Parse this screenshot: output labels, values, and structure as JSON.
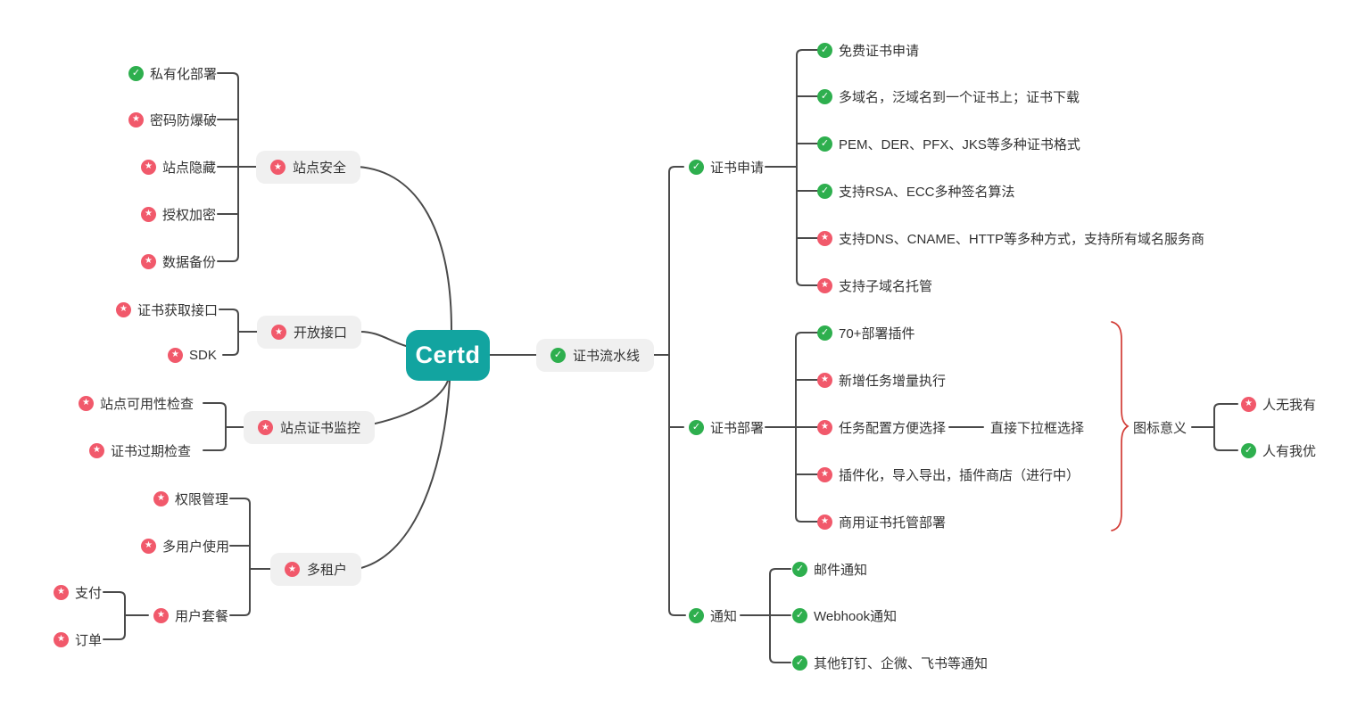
{
  "colors": {
    "teal": "#12a4a0",
    "green": "#2eaf4e",
    "red": "#f1596b",
    "line": "#4a4a4a",
    "box": "#f0f0f0",
    "ink": "#333333",
    "brace": "#d23b35"
  },
  "root": {
    "label": "Certd"
  },
  "pipeline": {
    "label": "证书流水线",
    "icon": "check-icon"
  },
  "left_branches": [
    {
      "label": "站点安全",
      "icon": "star-icon",
      "children": [
        {
          "label": "私有化部署",
          "icon": "check-icon"
        },
        {
          "label": "密码防爆破",
          "icon": "star-icon"
        },
        {
          "label": "站点隐藏",
          "icon": "star-icon"
        },
        {
          "label": "授权加密",
          "icon": "star-icon"
        },
        {
          "label": "数据备份",
          "icon": "star-icon"
        }
      ]
    },
    {
      "label": "开放接口",
      "icon": "star-icon",
      "children": [
        {
          "label": "证书获取接口",
          "icon": "star-icon"
        },
        {
          "label": "SDK",
          "icon": "star-icon"
        }
      ]
    },
    {
      "label": "站点证书监控",
      "icon": "star-icon",
      "children": [
        {
          "label": "站点可用性检查",
          "icon": "star-icon"
        },
        {
          "label": "证书过期检查",
          "icon": "star-icon"
        }
      ]
    },
    {
      "label": "多租户",
      "icon": "star-icon",
      "children": [
        {
          "label": "权限管理",
          "icon": "star-icon"
        },
        {
          "label": "多用户使用",
          "icon": "star-icon"
        },
        {
          "label": "用户套餐",
          "icon": "star-icon",
          "children": [
            {
              "label": "支付",
              "icon": "star-icon"
            },
            {
              "label": "订单",
              "icon": "star-icon"
            }
          ]
        }
      ]
    }
  ],
  "right_branches": [
    {
      "label": "证书申请",
      "icon": "check-icon",
      "children": [
        {
          "label": "免费证书申请",
          "icon": "check-icon"
        },
        {
          "label": "多域名，泛域名到一个证书上；证书下载",
          "icon": "check-icon"
        },
        {
          "label": "PEM、DER、PFX、JKS等多种证书格式",
          "icon": "check-icon"
        },
        {
          "label": "支持RSA、ECC多种签名算法",
          "icon": "check-icon"
        },
        {
          "label": "支持DNS、CNAME、HTTP等多种方式，支持所有域名服务商",
          "icon": "star-icon"
        },
        {
          "label": "支持子域名托管",
          "icon": "star-icon"
        }
      ]
    },
    {
      "label": "证书部署",
      "icon": "check-icon",
      "children": [
        {
          "label": "70+部署插件",
          "icon": "check-icon"
        },
        {
          "label": "新增任务增量执行",
          "icon": "star-icon"
        },
        {
          "label": "任务配置方便选择",
          "icon": "star-icon",
          "note": "直接下拉框选择"
        },
        {
          "label": "插件化，导入导出，插件商店（进行中）",
          "icon": "star-icon"
        },
        {
          "label": "商用证书托管部署",
          "icon": "star-icon"
        }
      ]
    },
    {
      "label": "通知",
      "icon": "check-icon",
      "children": [
        {
          "label": "邮件通知",
          "icon": "check-icon"
        },
        {
          "label": "Webhook通知",
          "icon": "check-icon"
        },
        {
          "label": "其他钉钉、企微、飞书等通知",
          "icon": "check-icon"
        }
      ]
    }
  ],
  "legend": {
    "label": "图标意义",
    "children": [
      {
        "label": "人无我有",
        "icon": "star-icon"
      },
      {
        "label": "人有我优",
        "icon": "check-icon"
      }
    ]
  }
}
